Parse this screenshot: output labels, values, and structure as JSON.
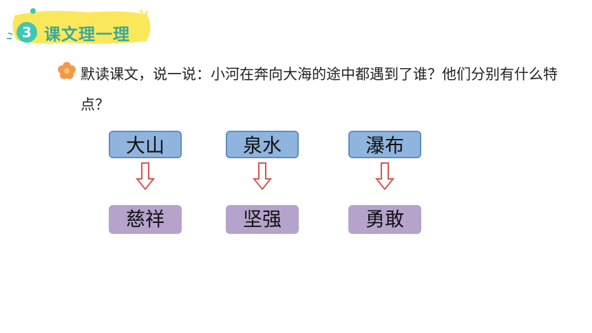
{
  "header": {
    "number": "3",
    "title": "课文理一理"
  },
  "colors": {
    "banner_yellow": "#fbe85a",
    "teal": "#3fc7b6",
    "top_box": "#8fb4dd",
    "bottom_box": "#b6a3cc",
    "arrow": "#d9534f",
    "flower": "#f39a4a"
  },
  "icons": {
    "bullet": "flower-icon",
    "connector": "down-arrow-icon"
  },
  "question": {
    "text": "默读课文，说一说：小河在奔向大海的途中都遇到了谁？他们分别有什么特点？"
  },
  "pairs": [
    {
      "met": "大山",
      "trait": "慈祥"
    },
    {
      "met": "泉水",
      "trait": "坚强"
    },
    {
      "met": "瀑布",
      "trait": "勇敢"
    }
  ]
}
